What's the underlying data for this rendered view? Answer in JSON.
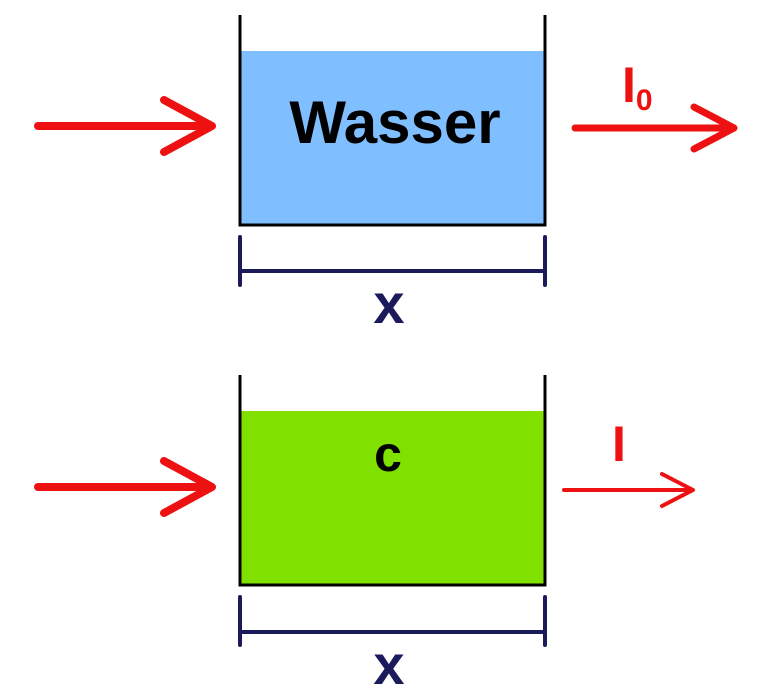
{
  "top_panel": {
    "content_label": "Wasser",
    "output_label": "I",
    "output_subscript": "0",
    "width_label": "x",
    "fill_color": "#80BFFF"
  },
  "bottom_panel": {
    "content_label": "c",
    "output_label": "I",
    "width_label": "x",
    "fill_color": "#80E000"
  },
  "colors": {
    "arrow": "#EE1111",
    "outline": "#000000",
    "dimension": "#1B1B5C"
  }
}
